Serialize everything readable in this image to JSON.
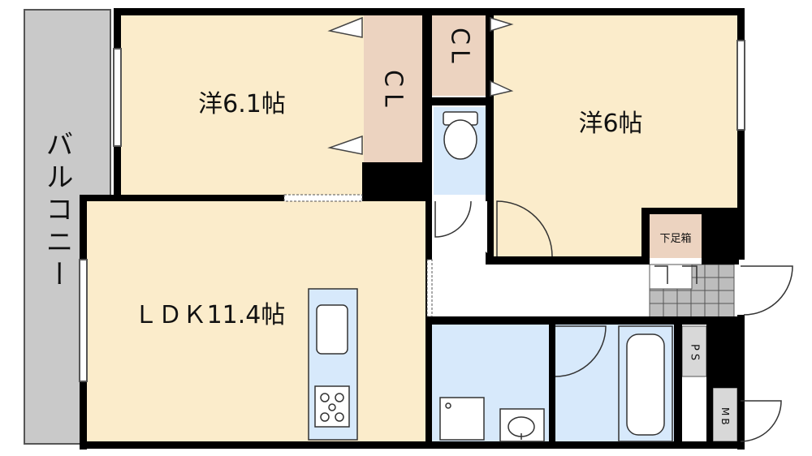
{
  "rooms": {
    "balcony": "バルコニー",
    "western_a": "洋6.1帖",
    "western_b": "洋6帖",
    "ldk": "ＬＤＫ11.4帖",
    "closet_a": "CL",
    "closet_b": "CL",
    "shoe_box": "下足箱",
    "ps": "PS",
    "mb": "MB"
  },
  "colors": {
    "room_fill": "#fbeccb",
    "closet_fill": "#ecd3c0",
    "wet_fill": "#d7e9fb",
    "balcony_fill": "#c9c9c9",
    "wall": "#000000",
    "gray_box": "#d8d8d8"
  }
}
